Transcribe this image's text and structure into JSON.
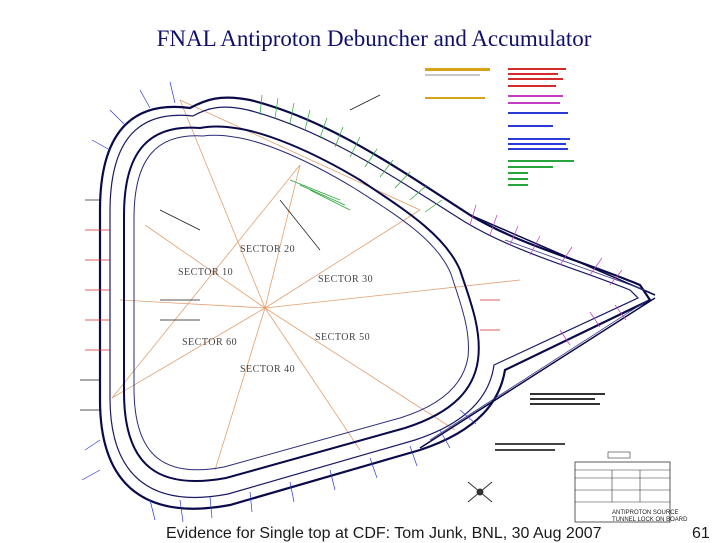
{
  "title": "FNAL Antiproton Debuncher and Accumulator",
  "footer": "Evidence for Single top at CDF: Tom Junk, BNL, 30 Aug 2007",
  "page_number": "61",
  "sectors": {
    "s20": "SECTOR 20",
    "s10": "SECTOR 10",
    "s30": "SECTOR 30",
    "s60": "SECTOR 60",
    "s50": "SECTOR 50",
    "s40": "SECTOR 40"
  },
  "title_block": {
    "line1": "ANTIPROTON SOURCE",
    "line2": "TUNNEL LOCK ON BOARD"
  },
  "colors": {
    "title": "#10106a",
    "ring": "#0a0a4a",
    "spokes": "#e2a070",
    "labels_green": "#27a53a",
    "labels_red": "#d42a2a",
    "labels_magenta": "#c43bc4",
    "labels_blue": "#2a3ad4"
  },
  "icons": {
    "compass": "compass-rose-icon"
  }
}
